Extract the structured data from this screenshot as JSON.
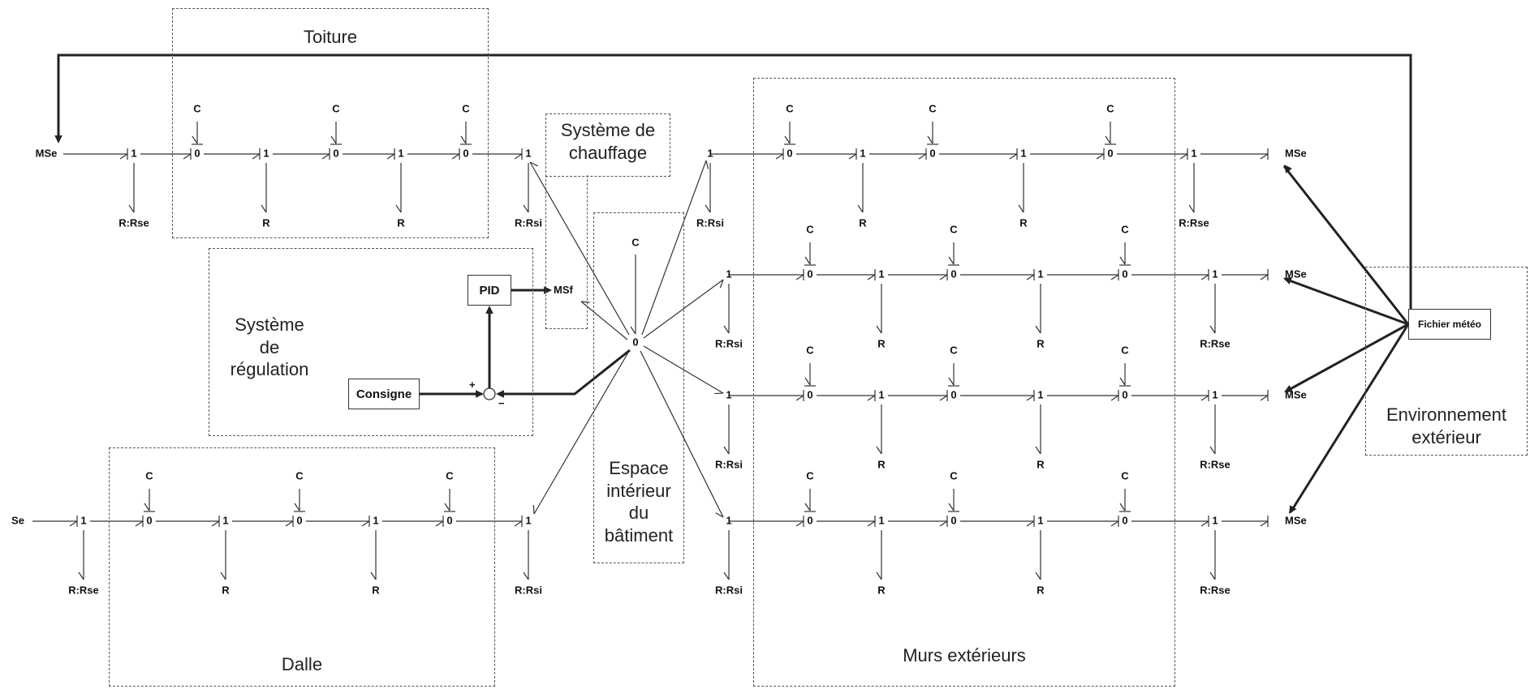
{
  "regions": {
    "toiture": "Toiture",
    "chauffage": "Système de\nchauffage",
    "regulation": "Système\nde\nrégulation",
    "espace": "Espace\nintérieur\ndu\nbâtiment",
    "dalle": "Dalle",
    "murs": "Murs extérieurs",
    "environnement": "Environnement\nextérieur"
  },
  "blocks": {
    "pid": "PID",
    "consigne": "Consigne",
    "fichier": "Fichier météo",
    "msf": "MSf",
    "plus": "+",
    "minus": "−"
  },
  "symbols": {
    "mse": "MSe",
    "se": "Se",
    "c": "C",
    "r": "R",
    "rse": "R:Rse",
    "rsi": "R:Rsi",
    "zero": "0",
    "one": "1"
  },
  "colors": {
    "line": "#333333",
    "border": "#555555"
  }
}
